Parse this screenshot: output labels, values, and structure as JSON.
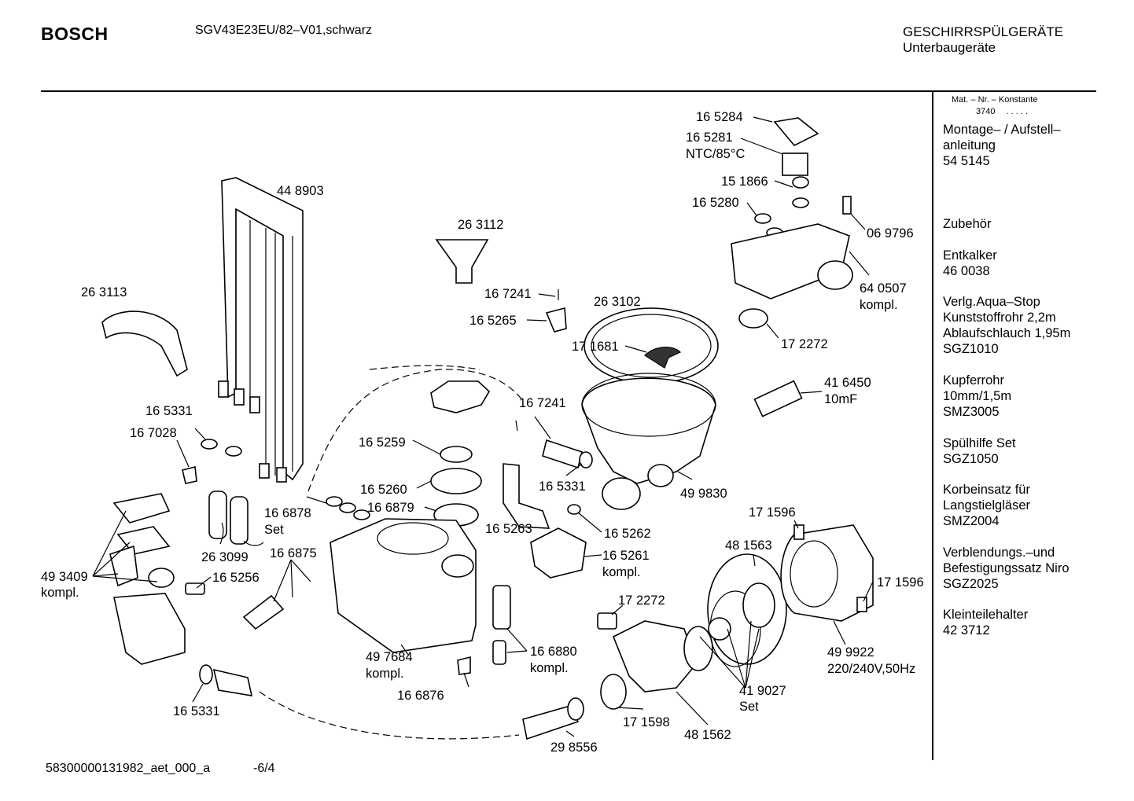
{
  "header": {
    "brand": "BOSCH",
    "model": "SGV43E23EU/82–V01,schwarz",
    "category_1": "GESCHIRRSPÜLGERÄTE",
    "category_2": "Unterbaugeräte"
  },
  "footer": {
    "doc_id": "58300000131982_aet_000_a",
    "page": "-6/4"
  },
  "sidebar": {
    "mat_title": "Mat. – Nr. – Konstante",
    "mat_number": "3740",
    "mat_dots": ". . . . .",
    "groups": [
      {
        "lines": [
          "Montage– / Aufstell–",
          "anleitung",
          "54 5145"
        ]
      },
      {
        "lines": [
          "Zubehör"
        ]
      },
      {
        "lines": [
          "Entkalker",
          "46 0038"
        ]
      },
      {
        "lines": [
          "Verlg.Aqua–Stop",
          "Kunststoffrohr 2,2m",
          "Ablaufschlauch 1,95m",
          "SGZ1010"
        ]
      },
      {
        "lines": [
          "Kupferrohr",
          "10mm/1,5m",
          "SMZ3005"
        ]
      },
      {
        "lines": [
          "Spülhilfe Set",
          "SGZ1050"
        ]
      },
      {
        "lines": [
          "Korbeinsatz für",
          "Langstielgläser",
          "SMZ2004"
        ]
      },
      {
        "lines": [
          "Verblendungs.–und",
          "Befestigungssatz Niro",
          "SGZ2025"
        ]
      },
      {
        "lines": [
          "Kleinteilehalter",
          "42 3712"
        ]
      }
    ]
  },
  "parts": {
    "p165284": "16 5284",
    "p165281": "16 5281",
    "ntc": "NTC/85°C",
    "p151866": "15 1866",
    "p165280": "16 5280",
    "p069796": "06 9796",
    "p640507": "64 0507",
    "p448903": "44 8903",
    "p263112": "26 3112",
    "p263113": "26 3113",
    "p167241a": "16 7241",
    "p165265": "16 5265",
    "p263102": "26 3102",
    "p171681": "17 1681",
    "p172272a": "17 2272",
    "p416450": "41 6450",
    "cap": "10mF",
    "p165331a": "16 5331",
    "p167028": "16 7028",
    "p167241b": "16 7241",
    "p165259": "16 5259",
    "p165331b": "16 5331",
    "p499830": "49 9830",
    "p165260": "16 5260",
    "p166879": "16 6879",
    "p166878": "16 6878",
    "p165263": "16 5263",
    "p165262": "16 5262",
    "p171596a": "17 1596",
    "p481563": "48 1563",
    "p263099": "26 3099",
    "p166875": "16 6875",
    "p165261": "16 5261",
    "p493409": "49 3409",
    "p165256": "16 5256",
    "p171596b": "17 1596",
    "p172272b": "17 2272",
    "p497684": "49 7684",
    "p166880": "16 6880",
    "p499922": "49 9922",
    "voltage": "220/240V,50Hz",
    "p419027": "41 9027",
    "p166876": "16 6876",
    "p165331c": "16 5331",
    "p171598": "17 1598",
    "p481562": "48 1562",
    "p298556": "29 8556",
    "kompl": "kompl.",
    "set": "Set"
  }
}
